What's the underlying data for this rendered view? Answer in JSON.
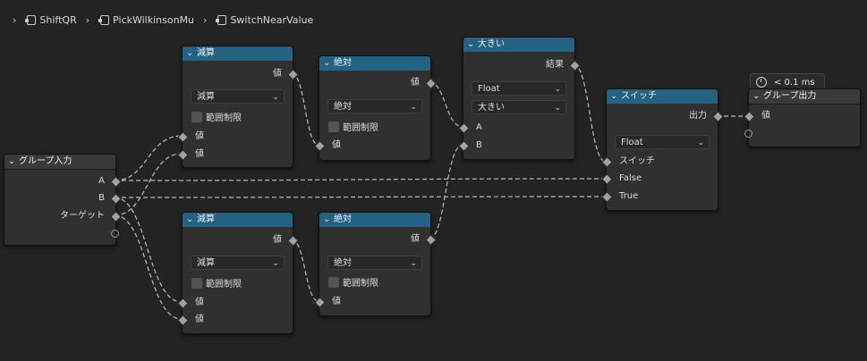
{
  "breadcrumb": [
    {
      "label": "ShiftQR"
    },
    {
      "label": "PickWilkinsonMu"
    },
    {
      "label": "SwitchNearValue"
    }
  ],
  "timing": {
    "label": "< 0.1 ms"
  },
  "nodes": {
    "group_input": {
      "title": "グループ入力",
      "outputs": [
        "A",
        "B",
        "ターゲット"
      ]
    },
    "subtract1": {
      "title": "減算",
      "output": "値",
      "operation": "減算",
      "clamp": "範囲制限",
      "inputs": [
        "値",
        "値"
      ]
    },
    "abs1": {
      "title": "絶対",
      "output": "値",
      "operation": "絶対",
      "clamp": "範囲制限",
      "inputs": [
        "値"
      ]
    },
    "subtract2": {
      "title": "減算",
      "output": "値",
      "operation": "減算",
      "clamp": "範囲制限",
      "inputs": [
        "値",
        "値"
      ]
    },
    "abs2": {
      "title": "絶対",
      "output": "値",
      "operation": "絶対",
      "clamp": "範囲制限",
      "inputs": [
        "値"
      ]
    },
    "greater": {
      "title": "大きい",
      "output": "結果",
      "type": "Float",
      "mode": "大きい",
      "inputs": [
        "A",
        "B"
      ]
    },
    "switch": {
      "title": "スイッチ",
      "output": "出力",
      "type": "Float",
      "inputs": [
        "スイッチ",
        "False",
        "True"
      ]
    },
    "group_output": {
      "title": "グループ出力",
      "inputs": [
        "値"
      ]
    }
  },
  "colors": {
    "background": "#232323",
    "math_header": "#246283",
    "node_body": "#303030",
    "socket": "#a1a1a1"
  }
}
